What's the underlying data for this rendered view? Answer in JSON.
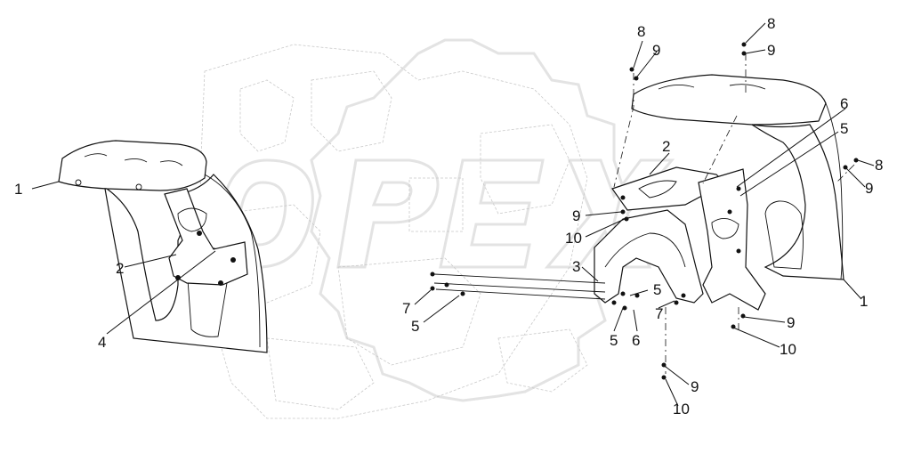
{
  "diagram": {
    "type": "exploded-parts-view",
    "watermark": "OPEX",
    "colors": {
      "line": "#111111",
      "background_art": "#c9c9c9",
      "watermark": "#e3e3e3"
    }
  },
  "callouts": {
    "left_1": "1",
    "left_2": "2",
    "left_4": "4",
    "center_7": "7",
    "center_5": "5",
    "center_3": "3",
    "center_9": "9",
    "center_10": "10",
    "center_2": "2",
    "low_5a": "5",
    "low_6": "6",
    "low_5b": "5",
    "low_7": "7",
    "top_8a": "8",
    "top_9a": "9",
    "top_8b": "8",
    "top_9b": "9",
    "right_6": "6",
    "right_5": "5",
    "right_8": "8",
    "right_9": "9",
    "right_1": "1",
    "right_9b": "9",
    "right_10b": "10",
    "bottom_9": "9",
    "bottom_10": "10"
  }
}
